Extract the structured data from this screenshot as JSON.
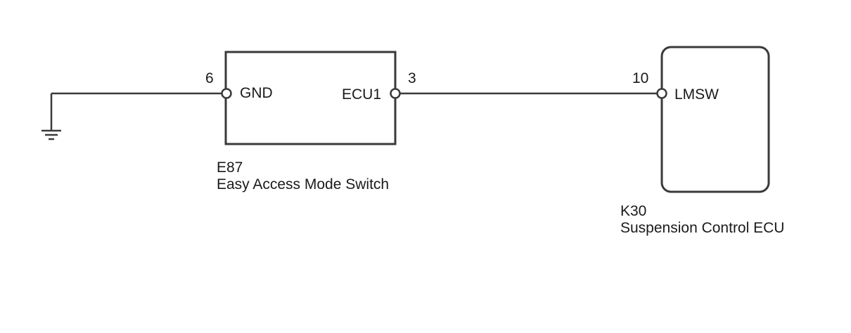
{
  "components": [
    {
      "connector": "E87",
      "name": "Easy Access Mode Switch",
      "terminals": [
        {
          "pin": "6",
          "signal": "GND"
        },
        {
          "pin": "3",
          "signal": "ECU1"
        }
      ]
    },
    {
      "connector": "K30",
      "name": "Suspension Control ECU",
      "terminals": [
        {
          "pin": "10",
          "signal": "LMSW"
        }
      ]
    }
  ],
  "colors": {
    "line": "#3a3a3a",
    "text": "#1a1a1a",
    "background": "#ffffff"
  },
  "icons": [
    "ground-icon",
    "terminal-icon"
  ]
}
